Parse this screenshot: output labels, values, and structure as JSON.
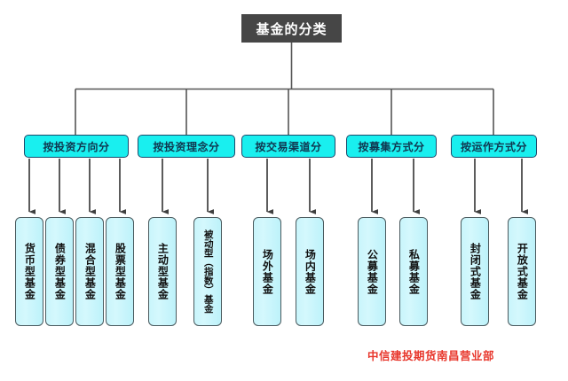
{
  "diagram": {
    "title": "基金的分类",
    "colors": {
      "title_bg": "#464646",
      "title_text": "#ffffff",
      "category_bg": "#19efef",
      "category_text": "#10364f",
      "leaf_bg": "#cdf6fc",
      "leaf_text": "#111111",
      "connector": "#4a4a4a",
      "watermark": "#e8372c"
    },
    "categories": [
      {
        "label": "按投资方向分",
        "children": [
          "货币型基金",
          "债券型基金",
          "混合型基金",
          "股票型基金"
        ]
      },
      {
        "label": "按投资理念分",
        "children": [
          "主动型基金",
          "被动型（指数）基金"
        ]
      },
      {
        "label": "按交易渠道分",
        "children": [
          "场外基金",
          "场内基金"
        ]
      },
      {
        "label": "按募集方式分",
        "children": [
          "公募基金",
          "私募基金"
        ]
      },
      {
        "label": "按运作方式分",
        "children": [
          "封闭式基金",
          "开放式基金"
        ]
      }
    ],
    "watermark": "中信建投期货南昌营业部"
  }
}
